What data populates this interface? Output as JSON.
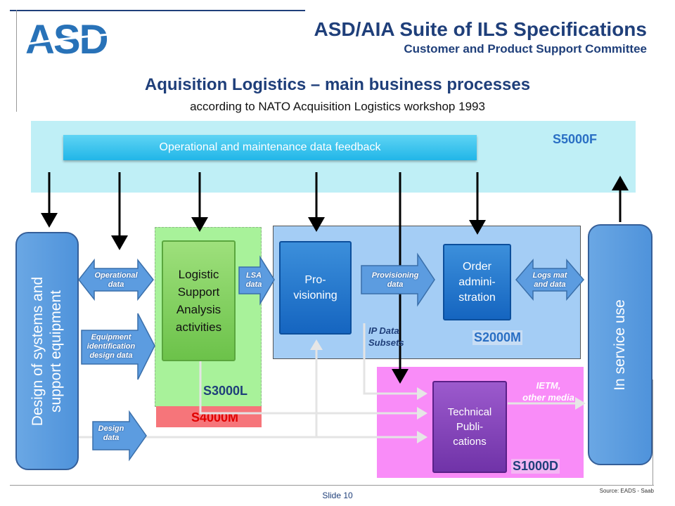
{
  "header": {
    "logo_text": "ASD",
    "title": "ASD/AIA Suite of ILS Specifications",
    "subtitle": "Customer and Product Support Committee"
  },
  "slide": {
    "heading": "Aquisition Logistics – main business processes",
    "subheading": "according to NATO Acquisition Logistics workshop 1993"
  },
  "diagram": {
    "feedback_bar": "Operational and maintenance data feedback",
    "standards": {
      "s5000f": "S5000F",
      "s3000l": "S3000L",
      "s4000m": "S4000M",
      "s2000m": "S2000M",
      "s1000d": "S1000D"
    },
    "side": {
      "design": "Design of systems and\nsupport equipment",
      "in_service": "In service use"
    },
    "processes": {
      "lsa": "Logistic\nSupport\nAnalysis\nactivities",
      "provisioning": "Pro-\nvisioning",
      "order_admin": "Order\nadmini-\nstration",
      "tech_pubs": "Technical\nPubli-\ncations"
    },
    "flows": {
      "operational_data": "Operational\ndata",
      "equipment_id": "Equipment\nidentification\ndesign data",
      "design_data": "Design\ndata",
      "lsa_data": "LSA\ndata",
      "provisioning_data": "Provisioning\ndata",
      "logs_mat": "Logs mat\nand data"
    },
    "notes": {
      "ip_data": "IP Data\nSubsets",
      "ietm": "IETM,\nother media"
    }
  },
  "footer": {
    "slide_number": "Slide 10",
    "source": "Source: EADS - Saab"
  },
  "colors": {
    "brand_blue": "#1f3f7a",
    "s5000f_band": "#bfeff6",
    "s3000l_box": "#a8f29a",
    "s4000m_box": "#f6757a",
    "s2000m_box": "#a4cdf5",
    "s1000d_box": "#f98cf8"
  }
}
